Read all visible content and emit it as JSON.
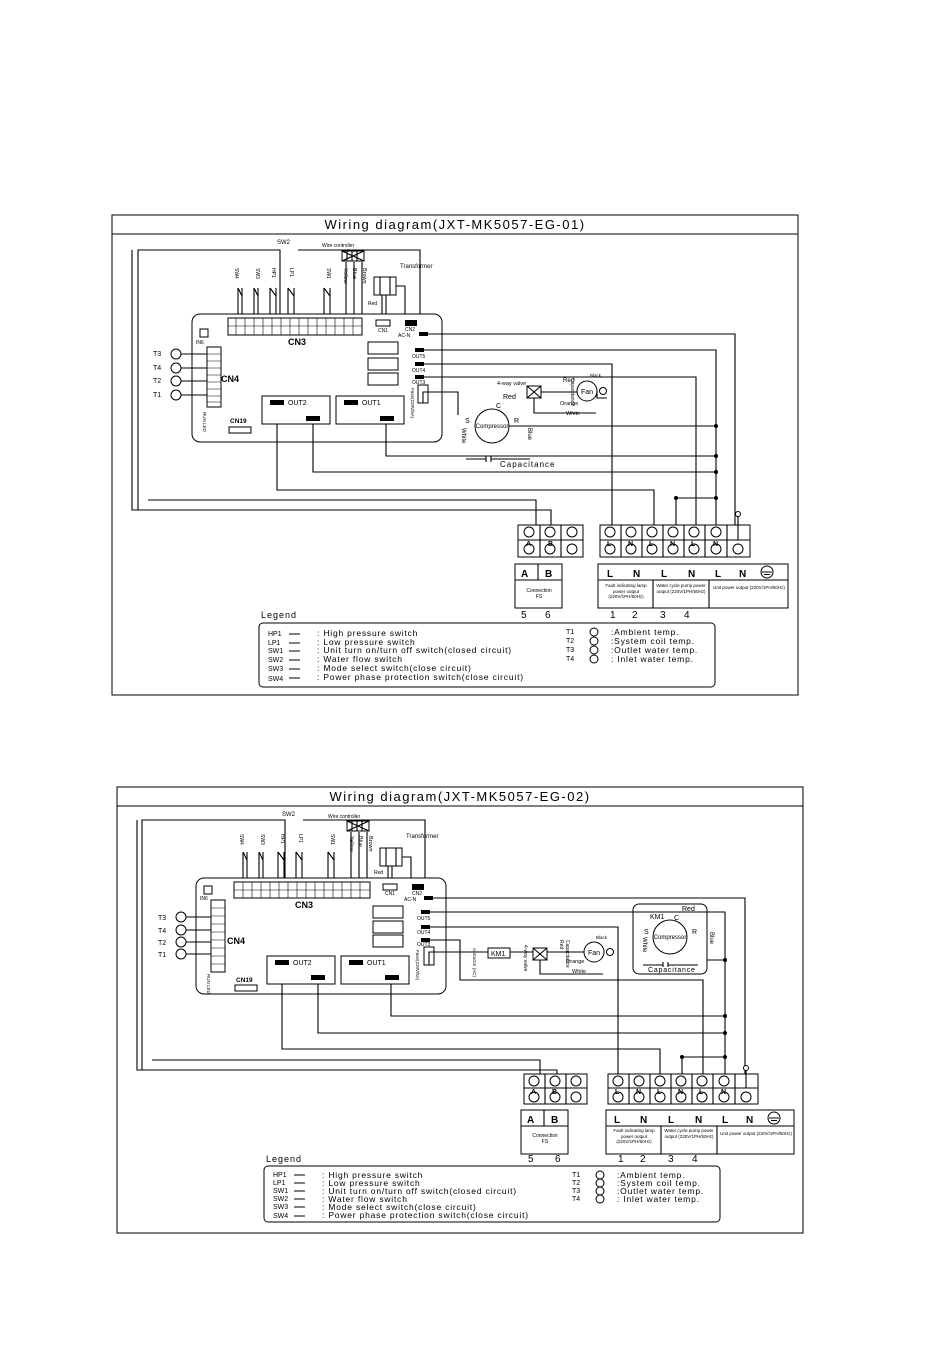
{
  "diagrams": [
    {
      "title": "Wiring diagram(JXT-MK5057-EG-01)",
      "cn3": "CN3",
      "cn4": "CN4",
      "cn19": "CN19",
      "cn1": "CN1",
      "cn2": "CN2",
      "acn": "AC-N",
      "out1": "OUT1",
      "out2": "OUT2",
      "out3": "OUT3",
      "out4": "OUT4",
      "out5": "OUT5",
      "fuse": "Fuse(220V/5A)",
      "sw2": "SW2",
      "wire_controller": "Wire controller",
      "transformer": "Transformer",
      "red": "Red",
      "yellow": "Yellow",
      "blue_wire": "Blue",
      "brown": "Brown",
      "four_way_valve": "4-way valve",
      "fan": "Fan",
      "black": "Black",
      "orange": "Orange",
      "white": "White",
      "capacitance": "Capacitance",
      "compressor": "Compressor",
      "c": "C",
      "s": "S",
      "r": "R",
      "blue": "Blue",
      "t3": "T3",
      "t4": "T4",
      "t2": "T2",
      "t1": "T1",
      "ab_terms": [
        "A",
        "B"
      ],
      "power_terms": [
        "L",
        "N",
        "L",
        "N",
        "L",
        "N"
      ],
      "panel_a": "A",
      "panel_b": "B",
      "connection": "Connection",
      "fs": "FS",
      "num5": "5",
      "num6": "6",
      "fault_lamp": "Fault indicating lamp power output (220V/1PH/50Hz)",
      "pump": "Water cycle pump power output (220V/1PH/50Hz)",
      "unit_power": "Unit power output (220V/1PH/50Hz)",
      "num1": "1",
      "num2": "2",
      "num3": "3",
      "num4": "4",
      "legend": "Legend",
      "legend_left": [
        {
          "code": "HP1",
          "text": ": High pressure switch"
        },
        {
          "code": "LP1",
          "text": ": Low pressure switch"
        },
        {
          "code": "SW1",
          "text": ": Unit turn on/turn off switch(closed circuit)"
        },
        {
          "code": "SW2",
          "text": ": Water flow switch"
        },
        {
          "code": "SW3",
          "text": ": Mode select switch(close circuit)"
        },
        {
          "code": "SW4",
          "text": ": Power phase protection switch(close circuit)"
        }
      ],
      "legend_right": [
        {
          "code": "T1",
          "text": ":Ambient temp."
        },
        {
          "code": "T2",
          "text": ":System coil temp."
        },
        {
          "code": "T3",
          "text": ":Outlet water temp."
        },
        {
          "code": "T4",
          "text": ": Inlet water temp."
        }
      ]
    },
    {
      "title": "Wiring diagram(JXT-MK5057-EG-02)",
      "cn3": "CN3",
      "cn4": "CN4",
      "cn19": "CN19",
      "cn1": "CN1",
      "cn2": "CN2",
      "acn": "AC-N",
      "out1": "OUT1",
      "out2": "OUT2",
      "out3": "OUT3",
      "out4": "OUT4",
      "out5": "OUT5",
      "fuse": "Fuse(220V/5A)",
      "sw2": "SW2",
      "wire_controller": "Wire controller",
      "transformer": "Transformer",
      "red": "Red",
      "yellow": "Yellow",
      "blue_wire": "Blue",
      "brown": "Brown",
      "four_way_valve": "4-way valve",
      "fan": "Fan",
      "black": "Black",
      "orange": "Orange",
      "white": "White",
      "capacitance": "Capacitance",
      "compressor": "Compressor",
      "c": "C",
      "s": "S",
      "r": "R",
      "blue": "Blue",
      "km1": "KM1",
      "contactor": "contactor (AC)",
      "t3": "T3",
      "t4": "T4",
      "t2": "T2",
      "t1": "T1",
      "ab_terms": [
        "A",
        "B"
      ],
      "power_terms": [
        "L",
        "N",
        "L",
        "N",
        "L",
        "N"
      ],
      "panel_a": "A",
      "panel_b": "B",
      "connection": "Connection",
      "fs": "FS",
      "num5": "5",
      "num6": "6",
      "fault_lamp": "Fault indicating lamp power output (220V/1PH/50Hz)",
      "pump": "Water cycle pump power output (220V/1PH/50Hz)",
      "unit_power": "Unit power output (220V/1PH/50Hz)",
      "num1": "1",
      "num2": "2",
      "num3": "3",
      "num4": "4",
      "legend": "Legend",
      "legend_left": [
        {
          "code": "HP1",
          "text": ": High pressure switch"
        },
        {
          "code": "LP1",
          "text": ": Low pressure switch"
        },
        {
          "code": "SW1",
          "text": ": Unit turn on/turn off switch(closed circuit)"
        },
        {
          "code": "SW2",
          "text": ": Water flow switch"
        },
        {
          "code": "SW3",
          "text": ": Mode select switch(close circuit)"
        },
        {
          "code": "SW4",
          "text": ": Power phase protection switch(close circuit)"
        }
      ],
      "legend_right": [
        {
          "code": "T1",
          "text": ":Ambient temp."
        },
        {
          "code": "T2",
          "text": ":System coil temp."
        },
        {
          "code": "T3",
          "text": ":Outlet water temp."
        },
        {
          "code": "T4",
          "text": ": Inlet water temp."
        }
      ]
    }
  ]
}
